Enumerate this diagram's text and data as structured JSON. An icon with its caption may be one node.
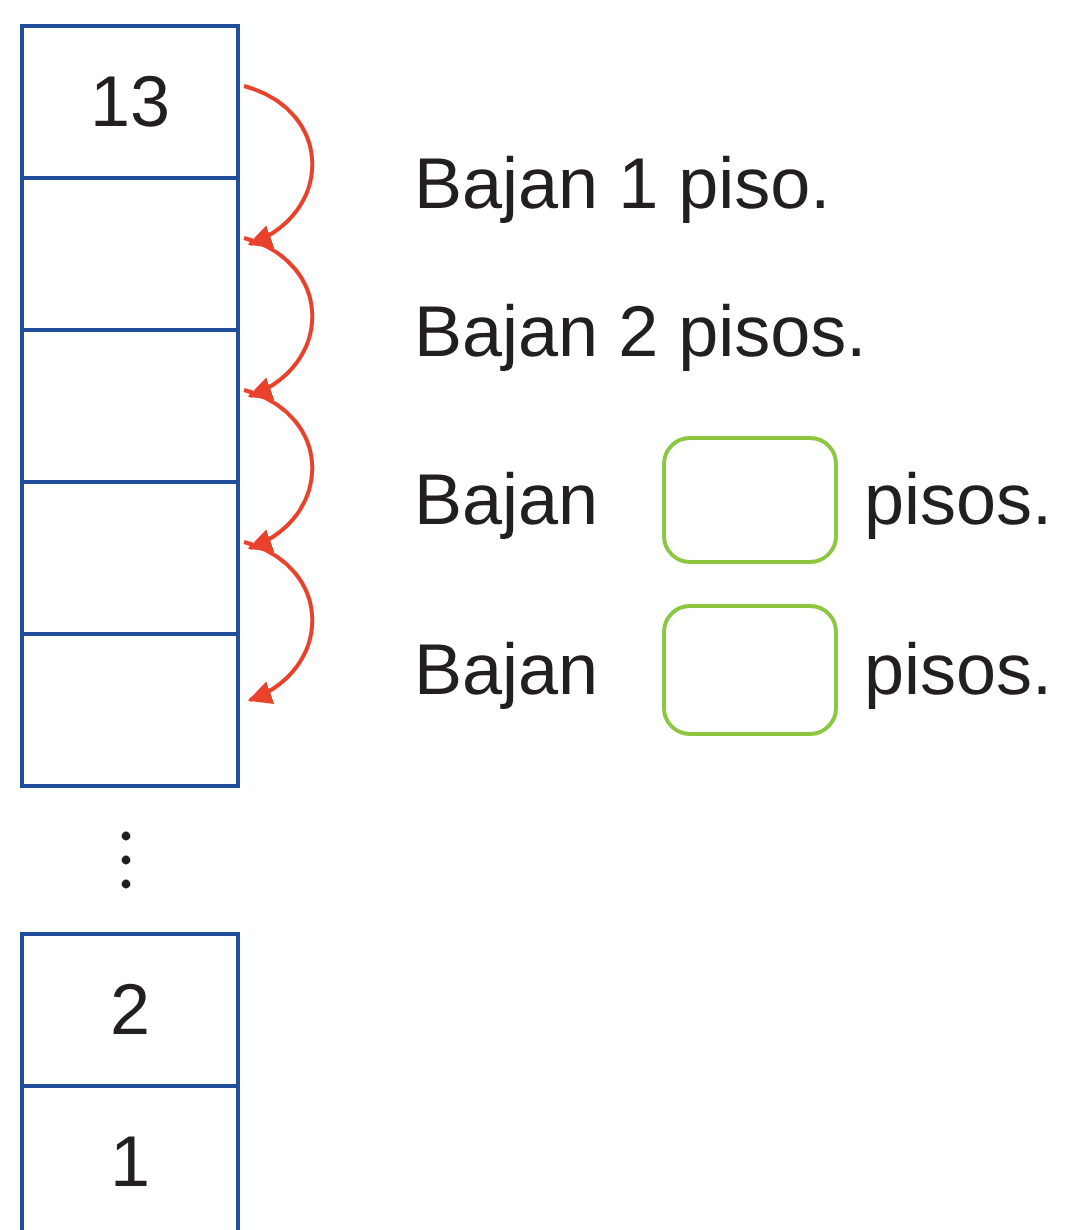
{
  "diagram": {
    "nodes": [
      {
        "text": [
          "13"
        ]
      },
      {
        "text": [],
        "shape": "box"
      },
      {
        "text": [],
        "shape": "box"
      },
      {
        "text": [],
        "shape": "box"
      },
      {
        "text": [],
        "shape": "box"
      },
      {
        "text": [
          "2"
        ]
      },
      {
        "text": [
          "1"
        ]
      },
      {
        "text": [],
        "shape": "box"
      },
      {
        "text": [],
        "shape": "box"
      }
    ],
    "edges": [
      {
        "from": 0,
        "to": 1,
        "arrow": "to"
      },
      {
        "from": 1,
        "to": 2,
        "arrow": "to"
      },
      {
        "from": 2,
        "to": 3,
        "arrow": "to"
      },
      {
        "from": 3,
        "to": 4,
        "arrow": "to"
      }
    ],
    "labels": [
      "Bajan 1 piso.",
      "Bajan 2 pisos.",
      "Bajan",
      "pisos.",
      "Bajan",
      "pisos."
    ]
  }
}
